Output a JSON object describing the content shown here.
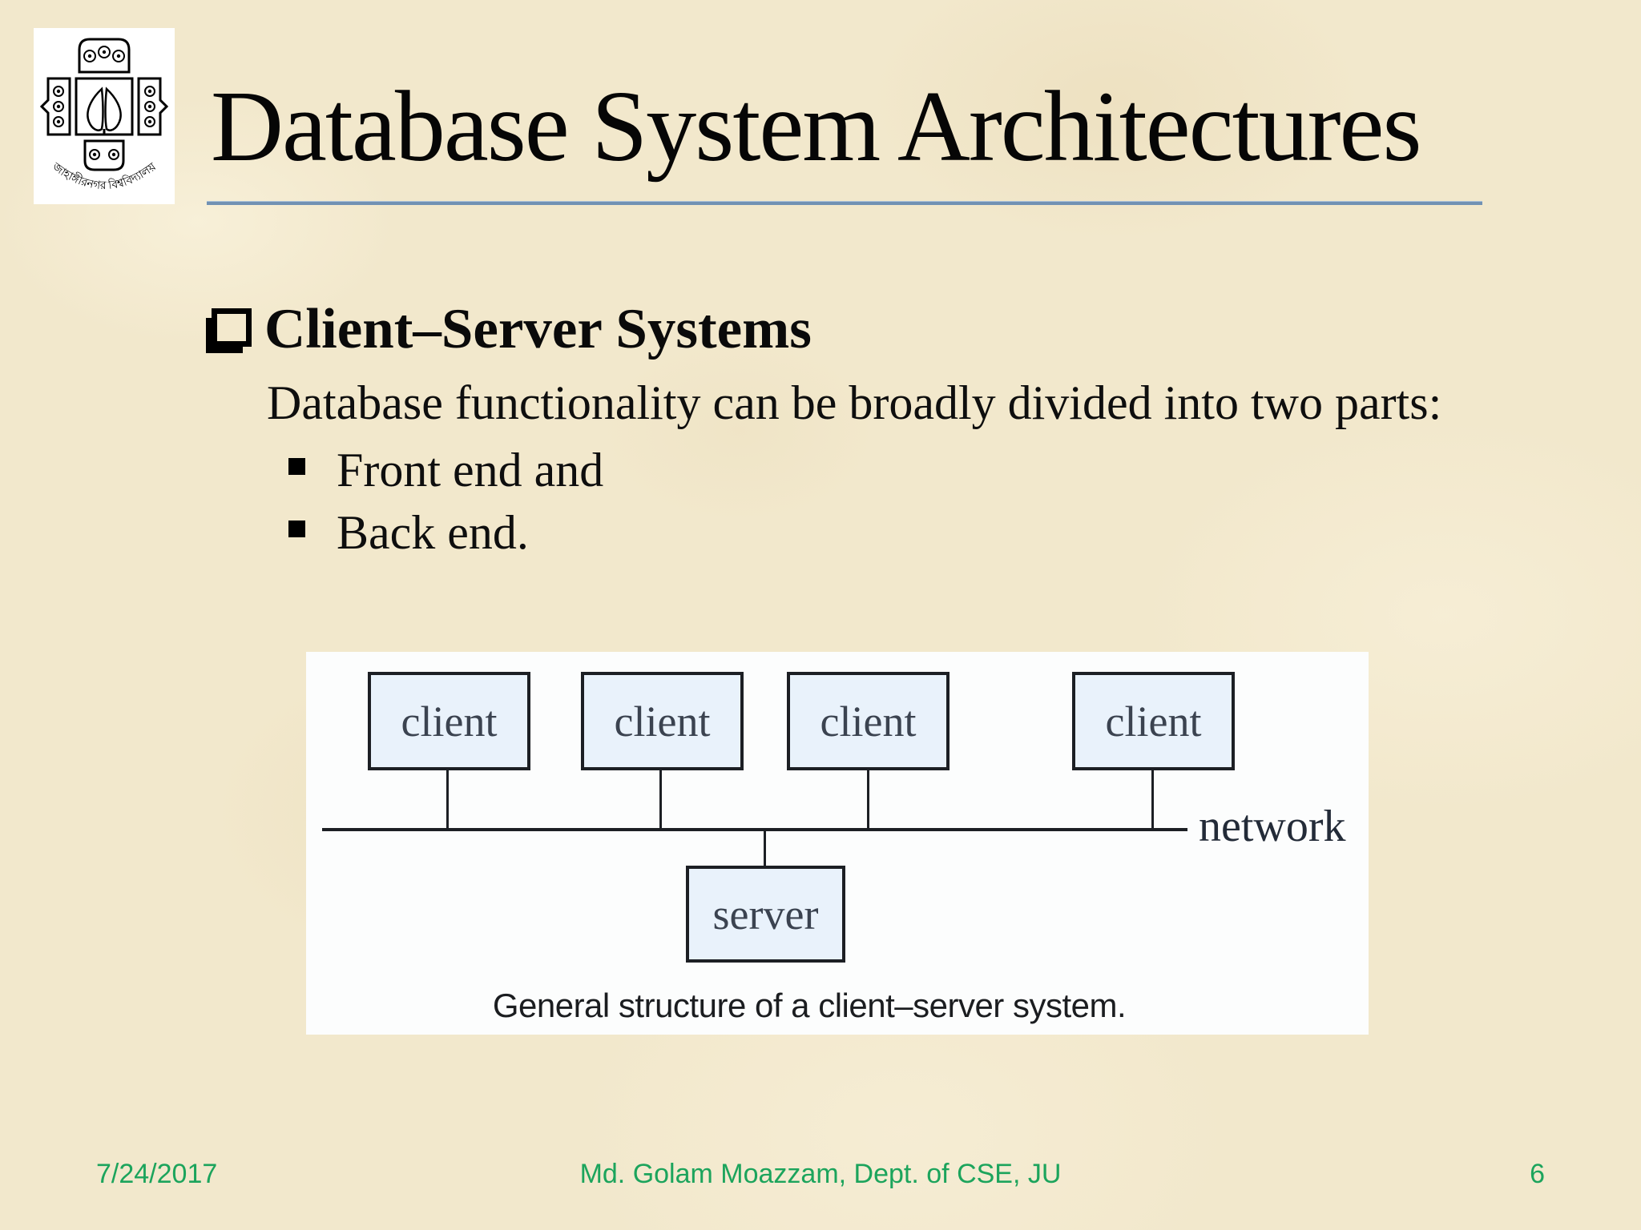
{
  "slide": {
    "title": "Database System Architectures",
    "logo_caption": "জাহাঙ্গীরনগর বিশ্ববিদ্যালয়",
    "footer": {
      "date": "7/24/2017",
      "credit": "Md. Golam Moazzam, Dept. of CSE, JU",
      "page_number": "6"
    }
  },
  "content": {
    "heading": "Client–Server Systems",
    "intro": "Database functionality can be broadly divided into two parts:",
    "bullets": [
      "Front end and",
      "Back end."
    ]
  },
  "diagram": {
    "clients": [
      "client",
      "client",
      "client",
      "client"
    ],
    "server_label": "server",
    "network_label": "network",
    "caption": "General structure of a client–server system."
  },
  "colors": {
    "background_parchment": "#f2e8cc",
    "title_rule_blue": "#7191b3",
    "node_fill_blue": "#e9f2fb",
    "node_border": "#1c1f24",
    "footer_green": "#1ca45c",
    "panel_white": "#fcfdfd"
  }
}
